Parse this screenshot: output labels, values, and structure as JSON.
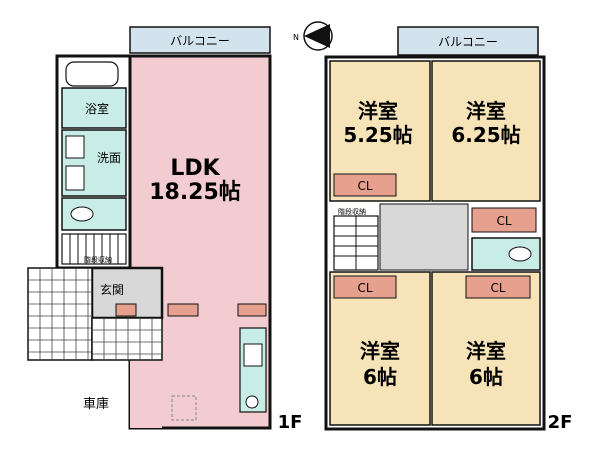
{
  "colors": {
    "ldk": "#F2CCD0",
    "bedroom": "#F7E3B8",
    "water": "#C8EDE6",
    "closet": "#E6A08E",
    "balcony": "#D3E3EE",
    "hall": "#D8D8D8",
    "wall": "#111111"
  },
  "floor1": {
    "balcony": "バルコニー",
    "bath": "浴室",
    "washroom": "洗面",
    "ldk_name": "LDK",
    "ldk_size": "18.25帖",
    "entrance": "玄関",
    "storage": "階段収納",
    "garage": "車庫",
    "floor_label": "1F"
  },
  "floor2": {
    "balcony": "バルコニー",
    "room_tl_name": "洋室",
    "room_tl_size": "5.25帖",
    "room_tr_name": "洋室",
    "room_tr_size": "6.25帖",
    "room_bl_name": "洋室",
    "room_bl_size": "6帖",
    "room_br_name": "洋室",
    "room_br_size": "6帖",
    "closet": "CL",
    "storage": "階段収納",
    "floor_label": "2F"
  },
  "compass": {
    "north": "N"
  }
}
